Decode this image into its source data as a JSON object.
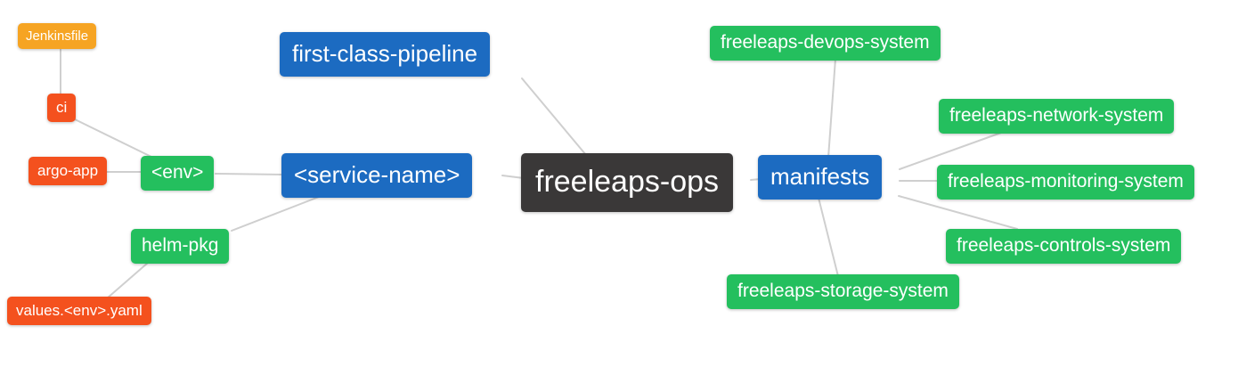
{
  "diagram": {
    "palette": {
      "root": "#3a3838",
      "level1": "#1c6bc1",
      "level2": "#24bf5e",
      "level3": "#f4511e",
      "level4": "#f6a423",
      "edge": "#cfcfcf",
      "node_text": "#ffffff",
      "background": "#ffffff"
    },
    "nodes": {
      "freeleaps_ops": {
        "label": "freeleaps-ops",
        "level": "root"
      },
      "first_class_pipeline": {
        "label": "first-class-pipeline",
        "level": "level1"
      },
      "service_name": {
        "label": "<service-name>",
        "level": "level1"
      },
      "manifests": {
        "label": "manifests",
        "level": "level1"
      },
      "env": {
        "label": "<env>",
        "level": "level2"
      },
      "helm_pkg": {
        "label": "helm-pkg",
        "level": "level2"
      },
      "devops_system": {
        "label": "freeleaps-devops-system",
        "level": "level2"
      },
      "network_system": {
        "label": "freeleaps-network-system",
        "level": "level2"
      },
      "monitoring_system": {
        "label": "freeleaps-monitoring-system",
        "level": "level2"
      },
      "controls_system": {
        "label": "freeleaps-controls-system",
        "level": "level2"
      },
      "storage_system": {
        "label": "freeleaps-storage-system",
        "level": "level2"
      },
      "ci": {
        "label": "ci",
        "level": "level3"
      },
      "argo_app": {
        "label": "argo-app",
        "level": "level3"
      },
      "values_env_yaml": {
        "label": "values.<env>.yaml",
        "level": "level3"
      },
      "jenkinsfile": {
        "label": "Jenkinsfile",
        "level": "level4"
      }
    },
    "edges": [
      [
        "jenkinsfile",
        "ci"
      ],
      [
        "ci",
        "env"
      ],
      [
        "argo_app",
        "env"
      ],
      [
        "env",
        "service_name"
      ],
      [
        "helm_pkg",
        "service_name"
      ],
      [
        "values_env_yaml",
        "helm_pkg"
      ],
      [
        "first_class_pipeline",
        "freeleaps_ops"
      ],
      [
        "service_name",
        "freeleaps_ops"
      ],
      [
        "freeleaps_ops",
        "manifests"
      ],
      [
        "manifests",
        "devops_system"
      ],
      [
        "manifests",
        "network_system"
      ],
      [
        "manifests",
        "monitoring_system"
      ],
      [
        "manifests",
        "controls_system"
      ],
      [
        "manifests",
        "storage_system"
      ]
    ]
  }
}
